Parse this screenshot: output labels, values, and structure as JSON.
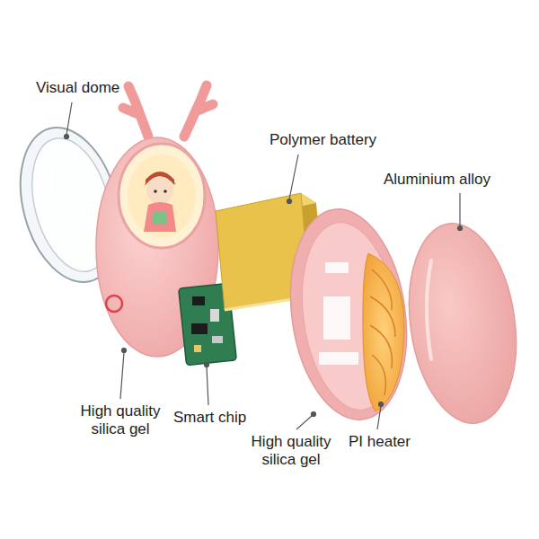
{
  "diagram": {
    "labels": [
      "Visual dome",
      "Polymer battery",
      "Aluminium alloy",
      "High quality silica gel",
      "Smart chip",
      "High quality silica gel",
      "PI heater"
    ]
  }
}
